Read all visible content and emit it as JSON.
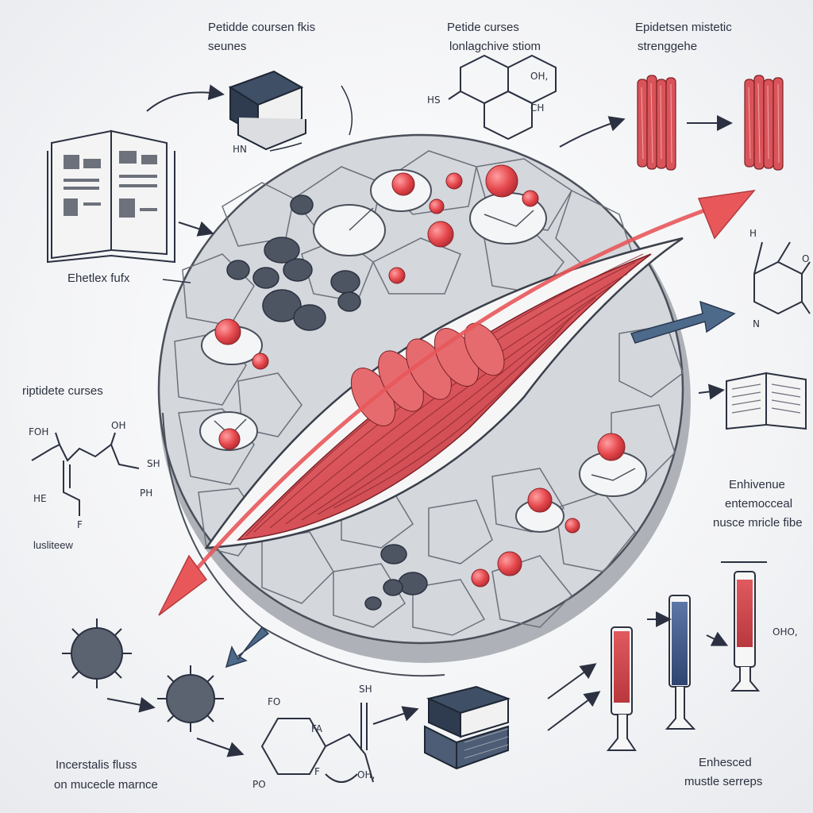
{
  "labels": {
    "top_left_title": "Petidde coursen fkis",
    "top_left_sub": "seunes",
    "top_center_title": "Petide curses",
    "top_center_sub": "lonlagchive stiom",
    "top_right_title": "Epidetsen mistetic",
    "top_right_sub": "strenggehe",
    "left_mid": "Ehetlex fufx",
    "left_peptide": "riptidete curses",
    "left_bottom": "lusliteew",
    "right_title_1": "Enhivenue",
    "right_title_2": "entemocceal",
    "right_title_3": "nusce mricle fibe",
    "bottom_left_1": "Incerstalis fluss",
    "bottom_left_2": "on mucecle marnce",
    "bottom_right_1": "Enhesced",
    "bottom_right_2": "mustle serreps"
  },
  "chem": {
    "hn": "HN",
    "hs": "HS",
    "oh_top": "OH,",
    "ch": "CH",
    "h_right": "H",
    "o_right": "O",
    "n_right": "N",
    "foh": "FOH",
    "oh_left": "OH",
    "sh_left": "SH",
    "he": "HE",
    "ph": "PH",
    "f_left": "F",
    "fo": "FO",
    "sh_bottom": "SH",
    "fa": "FA",
    "po": "PO",
    "f_bottom": "F",
    "oh_bottom": "OH,",
    "oh_tube": "OHO,"
  },
  "colors": {
    "muscle": "#d9545a",
    "muscle_dark": "#a8353c",
    "arrow_red": "#e8585a",
    "cell_gray": "#c9ccd1",
    "dot_red": "#e5484d",
    "blue_arrow": "#4d6a8a",
    "book": "#3f4f66"
  }
}
